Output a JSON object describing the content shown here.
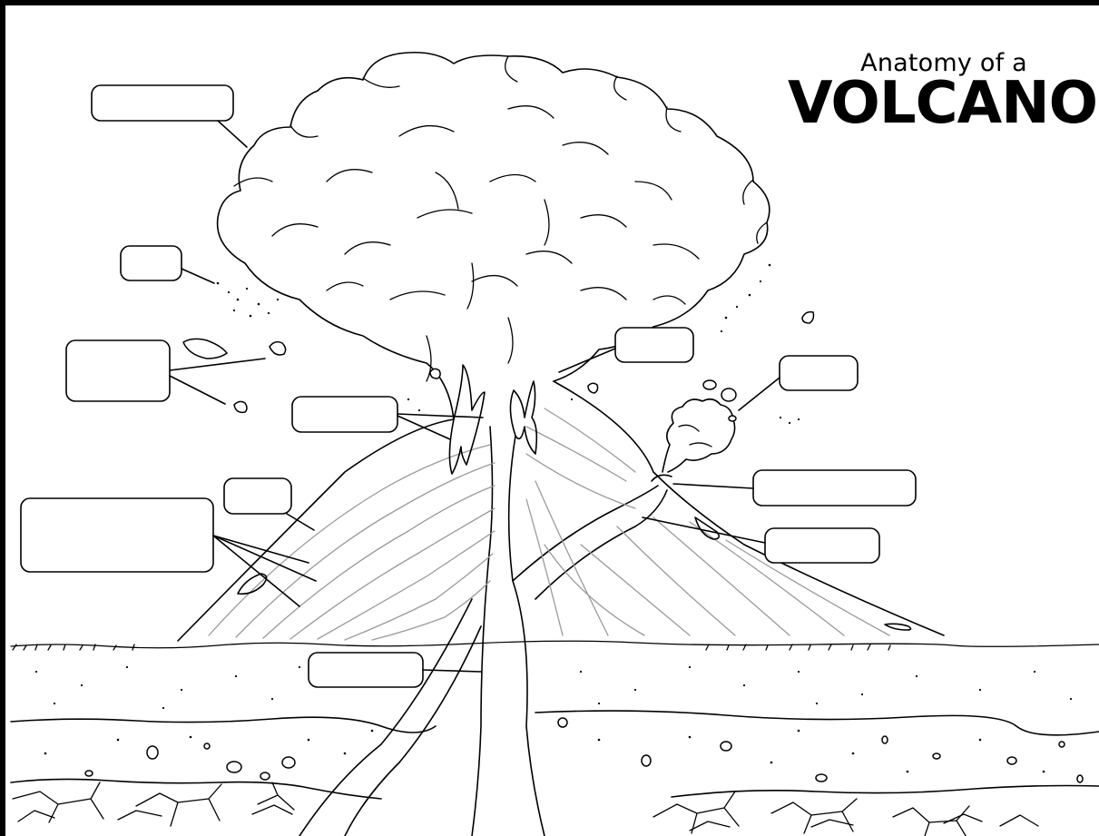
{
  "title": {
    "line1": "Anatomy of a",
    "line2": "VOLCANO"
  },
  "labels": [
    {
      "id": "ash-cloud",
      "text": ""
    },
    {
      "id": "ash-particles",
      "text": ""
    },
    {
      "id": "volcanic-bombs",
      "text": ""
    },
    {
      "id": "vent",
      "text": ""
    },
    {
      "id": "crater",
      "text": ""
    },
    {
      "id": "slope",
      "text": ""
    },
    {
      "id": "lava-layers",
      "text": ""
    },
    {
      "id": "main-conduit",
      "text": ""
    },
    {
      "id": "summit-vent",
      "text": ""
    },
    {
      "id": "side-eruption",
      "text": ""
    },
    {
      "id": "secondary-vent",
      "text": ""
    },
    {
      "id": "side-conduit",
      "text": ""
    }
  ],
  "colors": {
    "ink": "#000000",
    "paper": "#ffffff",
    "layer_lines": "#9a9a9a"
  }
}
